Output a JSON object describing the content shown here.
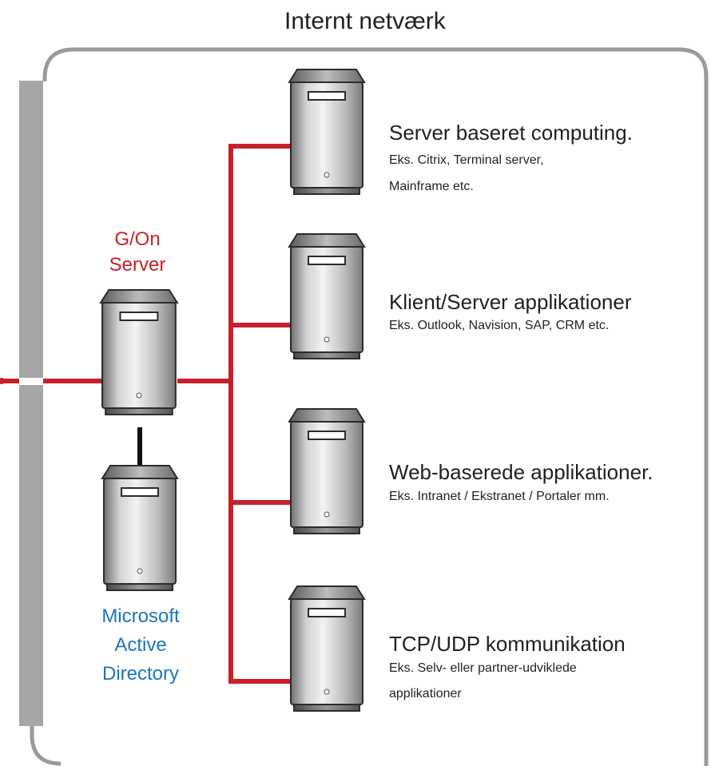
{
  "diagram": {
    "title": "Internt netværk",
    "gon_server": {
      "line1": "G/On",
      "line2": "Server"
    },
    "active_directory": {
      "line1": "Microsoft",
      "line2": "Active",
      "line3": "Directory"
    },
    "services": [
      {
        "heading": "Server baseret computing.",
        "desc1": "Eks. Citrix, Terminal server,",
        "desc2": "Mainframe etc."
      },
      {
        "heading": "Klient/Server applikationer",
        "desc1": "Eks. Outlook, Navision, SAP, CRM etc."
      },
      {
        "heading": "Web-baserede applikationer.",
        "desc1": "Eks. Intranet / Ekstranet / Portaler mm."
      },
      {
        "heading": "TCP/UDP kommunikation",
        "desc1": "Eks. Selv- eller partner-udviklede",
        "desc2": "applikationer"
      }
    ],
    "colors": {
      "connection_line": "#c8202a",
      "ad_link": "#111111",
      "gon_label": "#c8202a",
      "ad_label": "#1b75bc",
      "network_border": "#9a9a9a",
      "firewall_bar": "#a6a6a6"
    },
    "icons": [
      "server-tower-icon"
    ]
  }
}
